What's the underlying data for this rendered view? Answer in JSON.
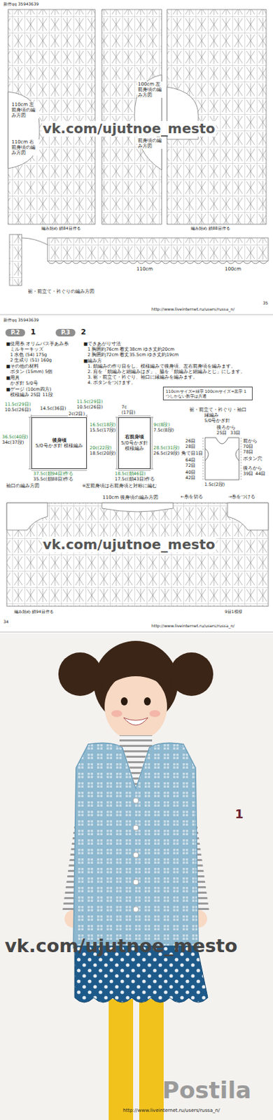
{
  "diagram": {
    "nodes": [
      {
        "text": [
          "P.2"
        ]
      },
      {
        "text": [
          "P.3"
        ]
      },
      {
        "text": [
          "110cmサイズ=緑字 100cmサイズ=黒字 1つしかない数字は共通"
        ]
      },
      {
        "text": [
          "後身頃",
          "5/0号かぎ針 模様編み"
        ]
      },
      {
        "text": [
          "右前身頃",
          "5/0号かぎ針 模様編み"
        ]
      }
    ],
    "labels": [
      "新作qq 35943639",
      "110cm 左前身頃の編み方図",
      "110cm 右前身頃の編み方図",
      "100cm 左前身頃の編み方図",
      "100cm 右前身頃の編み方図",
      "vk.com/ujutnoe_mesto",
      "編み始め 鎖84目作る",
      "編み始め 鎖88目作る",
      "裾・前立て・衿ぐりの編み方図",
      "100cm",
      "110cm",
      "35",
      "http://www.liveinternet.ru/users/russa_n/",
      "新作qq 35943639",
      "1",
      "2",
      "■使用糸 オリムパス手あみ糸",
      "ミルキーキッズ",
      "1 水色 (54) 175g",
      "2 生成り (51) 160g",
      "■その他の材料",
      "ボタン (15mm) 5個",
      "■用具",
      "かぎ針 5/0号",
      "■ゲージ (10cm四方)",
      "模様編み 25目 11段",
      "■できあがり寸法",
      "1 胸囲約76cm 着丈38cm ゆき丈約20cm",
      "2 胸囲約72cm 着丈35.5cm ゆき丈約19cm",
      "■編み方",
      "1. 鎖編みの作り目をし、模様編みで後身頃、左右前身頃を編みます。",
      "2. 肩を「鎖編みと細編みはぎ」、脇を「鎖編みと細編みとじ」にします。",
      "3. 裾・前立て・衿ぐり、袖口に縁編みを編みます。",
      "4. ボタンをつけます。",
      "11.5c(29目)",
      "10.5c(26目)",
      "14.5c(36目)",
      "2c(2目)",
      "11.5c(29目)",
      "10.5c(26目)",
      "7c",
      "(17目)",
      "36.5c(40段)",
      "34c(37段)",
      "37.5c(鎖94目)作る",
      "35.5c(鎖88目)作る",
      "16.5c(18段)",
      "15.5c(17段)",
      "20c(22段)",
      "18.5c(20段)",
      "9c(8段)",
      "7.5c(8段)",
      "28.5c(31段)",
      "26.5c(29段)",
      "18.5c(鎖46目)",
      "17.5c(鎖43目)作る",
      "裾・前立て・衿ぐり・袖口",
      "縁編み",
      "5/0号かぎ針",
      "後ろから",
      "25目",
      "33目",
      "26目",
      "28目",
      "角で目1目",
      "64目",
      "72目",
      "40目",
      "42目",
      "1.5c(2段)",
      "前から",
      "70目",
      "78目",
      "ボタン穴",
      "後ろから",
      "39目",
      "44目",
      "袖口の編み方図",
      "※左前身頃は右前身頃と対称に編む",
      "110cm 後身頃の編み方図",
      "→糸をつける",
      "←糸を切る",
      "vk.com/ujutnoe_mesto",
      "編み始め 鎖94目作る",
      "9目1模様",
      "34",
      "http://www.liveinternet.ru/users/russa_n/",
      "1",
      "vk.com/ujutnoe_mesto",
      "Postila",
      "http://www.liveinternet.ru/users/russa_n/"
    ]
  }
}
